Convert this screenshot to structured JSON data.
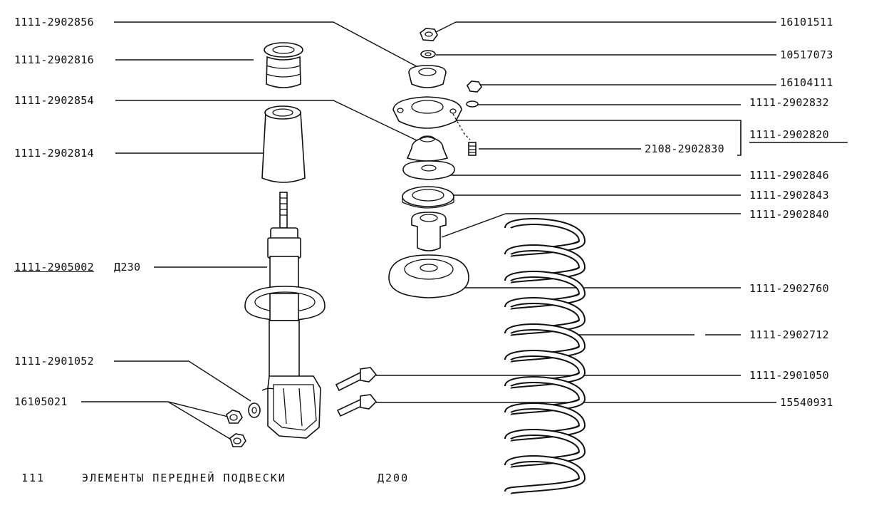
{
  "labels": {
    "l_2902856": "1111-2902856",
    "l_2902816": "1111-2902816",
    "l_2902854": "1111-2902854",
    "l_2902814": "1111-2902814",
    "l_2905002": "1111-2905002",
    "l_d230": "Д230",
    "l_2901052": "1111-2901052",
    "l_16105021": "16105021",
    "r_16101511": "16101511",
    "r_10517073": "10517073",
    "r_16104111": "16104111",
    "r_2902832": "1111-2902832",
    "r_2902820": "1111-2902820",
    "r_2108_2902830": "2108-2902830",
    "r_2902846": "1111-2902846",
    "r_2902843": "1111-2902843",
    "r_2902840": "1111-2902840",
    "r_2902760": "1111-2902760",
    "r_2902712": "1111-2902712",
    "r_2901050": "1111-2901050",
    "r_15540931": "15540931"
  },
  "footer": {
    "page_number": "111",
    "title": "ЭЛЕМЕНТЫ ПЕРЕДНЕЙ ПОДВЕСКИ",
    "code": "Д200"
  }
}
